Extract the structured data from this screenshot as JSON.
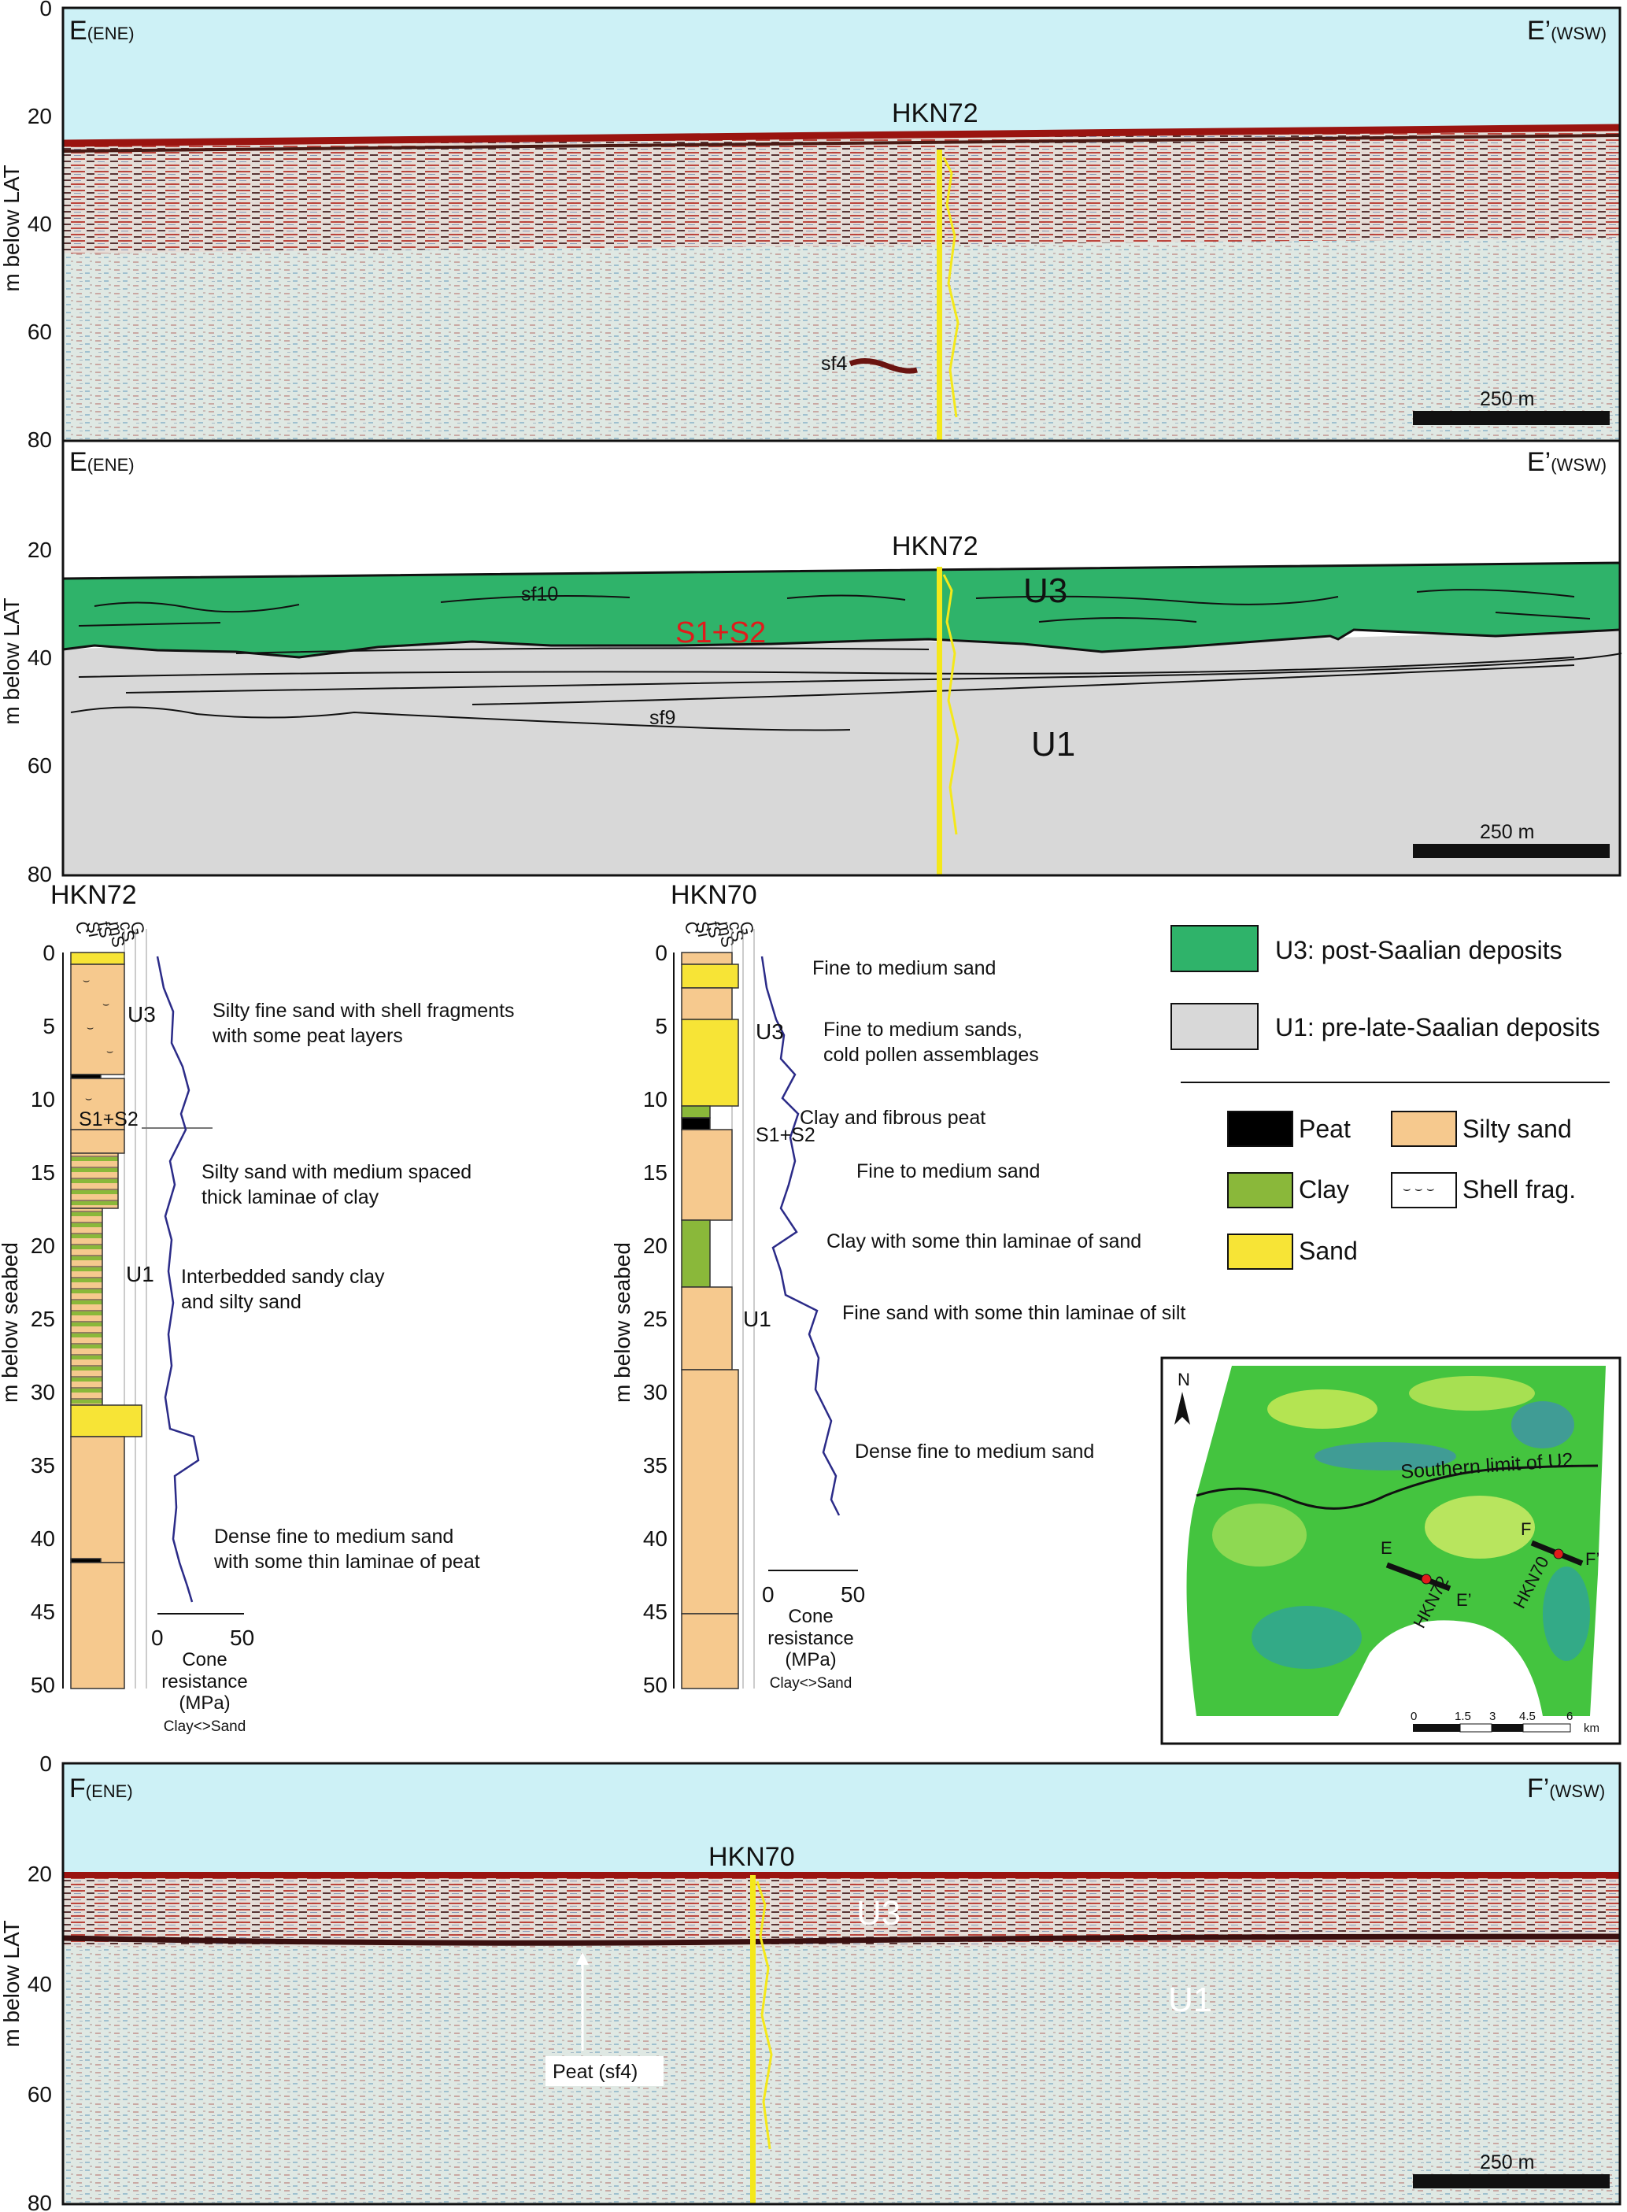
{
  "colors": {
    "sky": "#cdf1f6",
    "seismic_base": "#dde8e2",
    "seabed_red": "#b3201a",
    "u3_green": "#2fb36a",
    "u1_grey": "#d8d8d8",
    "borehole_yellow": "#f4e81a",
    "peat": "#000000",
    "clay": "#8ab83a",
    "sand": "#f7e436",
    "silty_sand": "#f6c98e",
    "cpt_line": "#2b2b88",
    "label_red": "#e01b1b"
  },
  "panel_top": {
    "left_label": "E",
    "left_sub": "(ENE)",
    "right_label": "E’",
    "right_sub": "(WSW)",
    "y_axis_label": "m below LAT",
    "y_ticks": [
      "0",
      "20",
      "40",
      "60",
      "80"
    ],
    "borehole": "HKN72",
    "annotation": "sf4",
    "scalebar": "250 m"
  },
  "panel_interp": {
    "left_label": "E",
    "left_sub": "(ENE)",
    "right_label": "E’",
    "right_sub": "(WSW)",
    "y_axis_label": "m below LAT",
    "y_ticks": [
      "20",
      "40",
      "60",
      "80"
    ],
    "borehole": "HKN72",
    "unit_upper": "U3",
    "unit_lower": "U1",
    "surface": "S1+S2",
    "reflector_upper": "sf10",
    "reflector_lower": "sf9",
    "scalebar": "250 m"
  },
  "logs": {
    "y_axis_label": "m below seabed",
    "grain_columns": [
      "C",
      "Si",
      "fS",
      "mS",
      "cS",
      "G"
    ],
    "y_ticks": [
      "0",
      "5",
      "10",
      "15",
      "20",
      "25",
      "30",
      "35",
      "40",
      "45",
      "50"
    ],
    "cpt_axis_ticks": [
      "0",
      "50"
    ],
    "cpt_title": "Cone resistance (MPa)",
    "cpt_sub": "Clay<>Sand",
    "hkn72": {
      "title": "HKN72",
      "unit_u3": "U3",
      "surface": "S1+S2",
      "unit_u1": "U1",
      "descriptions": [
        "Silty fine sand with shell fragments",
        "with some peat layers",
        "Silty sand with medium spaced",
        "thick laminae of clay",
        "Interbedded sandy clay",
        "and silty sand",
        "Dense fine to medium sand",
        "with some thin laminae of peat"
      ]
    },
    "hkn70": {
      "title": "HKN70",
      "unit_u3": "U3",
      "surface": "S1+S2",
      "unit_u1": "U1",
      "descriptions": [
        "Fine to medium sand",
        "Fine to medium sands,",
        "cold pollen assemblages",
        "Clay and fibrous peat",
        "Fine to medium sand",
        "Clay with some thin laminae of sand",
        "Fine sand with some thin laminae of silt",
        "Dense fine to medium sand"
      ]
    }
  },
  "legend": {
    "u3": "U3: post-Saalian deposits",
    "u1": "U1: pre-late-Saalian deposits",
    "peat": "Peat",
    "clay": "Clay",
    "sand": "Sand",
    "silty_sand": "Silty sand",
    "shell": "Shell frag."
  },
  "map": {
    "north": "N",
    "limit_label": "Southern limit of U2",
    "line_e": "E",
    "line_e_prime": "E’",
    "line_f": "F",
    "line_f_prime": "F’",
    "bh1": "HKN72",
    "bh2": "HKN70",
    "scale_ticks": [
      "0",
      "1.5",
      "3",
      "4.5",
      "6"
    ],
    "scale_unit": "km"
  },
  "panel_bottom": {
    "left_label": "F",
    "left_sub": "(ENE)",
    "right_label": "F’",
    "right_sub": "(WSW)",
    "y_axis_label": "m below LAT",
    "y_ticks": [
      "0",
      "20",
      "40",
      "60",
      "80"
    ],
    "borehole": "HKN70",
    "unit_upper": "U3",
    "unit_lower": "U1",
    "annotation": "Peat (sf4)",
    "scalebar": "250 m"
  }
}
